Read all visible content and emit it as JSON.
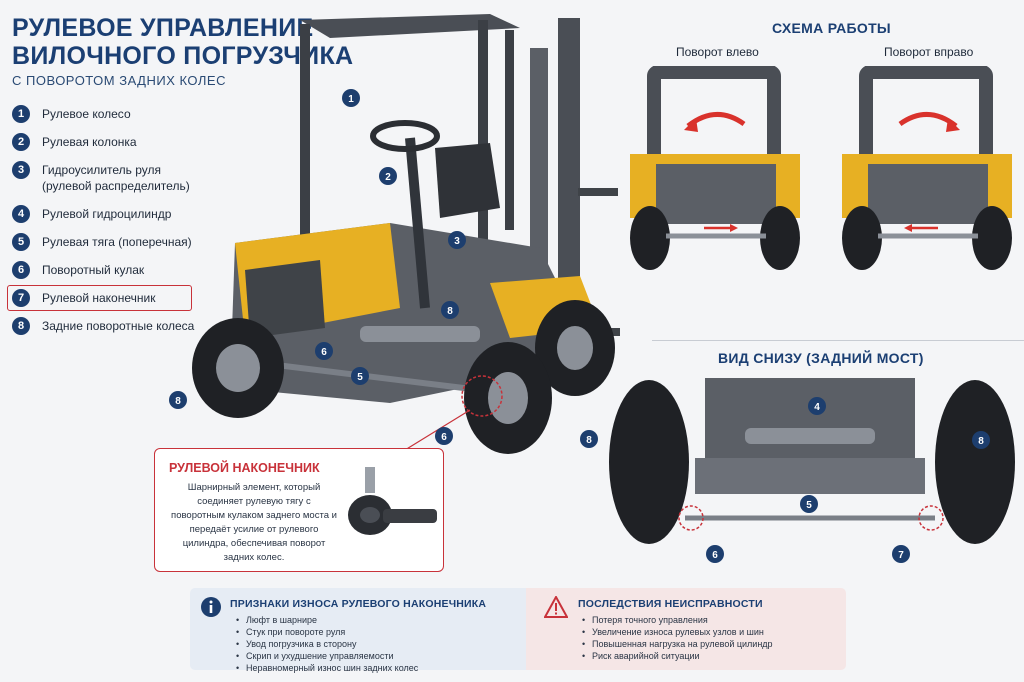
{
  "title": {
    "line1": "РУЛЕВОЕ УПРАВЛЕНИЕ",
    "line2": "ВИЛОЧНОГО ПОГРУЗЧИКА",
    "subtitle": "С ПОВОРОТОМ ЗАДНИХ КОЛЕС"
  },
  "legend": [
    {
      "num": "1",
      "label": "Рулевое колесо"
    },
    {
      "num": "2",
      "label": "Рулевая колонка"
    },
    {
      "num": "3",
      "label_line1": "Гидроусилитель руля",
      "label_line2": "(рулевой распределитель)"
    },
    {
      "num": "4",
      "label": "Рулевой гидроцилиндр"
    },
    {
      "num": "5",
      "label": "Рулевая тяга (поперечная)"
    },
    {
      "num": "6",
      "label": "Поворотный кулак"
    },
    {
      "num": "7",
      "label": "Рулевой наконечник"
    },
    {
      "num": "8",
      "label": "Задние поворотные колеса"
    }
  ],
  "scheme": {
    "title": "СХЕМА РАБОТЫ",
    "left_caption": "Поворот влево",
    "right_caption": "Поворот вправо"
  },
  "bottom_view": {
    "title": "ВИД СНИЗУ (ЗАДНИЙ МОСТ)"
  },
  "callout": {
    "title": "РУЛЕВОЙ НАКОНЕЧНИК",
    "text": "Шарнирный элемент, который соединяет рулевую тягу с поворотным кулаком заднего моста и передаёт усилие от рулевого цилиндра, обеспечивая поворот задних колес."
  },
  "wear": {
    "icon": "info-icon",
    "title": "ПРИЗНАКИ ИЗНОСА РУЛЕВОГО НАКОНЕЧНИКА",
    "items": [
      "Люфт в шарнире",
      "Стук при повороте руля",
      "Увод погрузчика в сторону",
      "Скрип и ухудшение управляемости",
      "Неравномерный износ шин задних колес"
    ]
  },
  "consequences": {
    "icon": "warning-icon",
    "title": "ПОСЛЕДСТВИЯ НЕИСПРАВНОСТИ",
    "items": [
      "Потеря точного управления",
      "Увеличение износа рулевых узлов и шин",
      "Повышенная нагрузка на рулевой цилиндр",
      "Риск аварийной ситуации"
    ]
  },
  "markers": {
    "forklift": [
      "1",
      "2",
      "3",
      "8",
      "6",
      "5",
      "8",
      "6"
    ],
    "bottom": [
      "4",
      "8",
      "5",
      "8",
      "6",
      "7"
    ]
  },
  "colors": {
    "brand_blue": "#1b3f73",
    "badge_blue": "#1d3e6e",
    "accent_red": "#c8323a",
    "forklift_yellow": "#e7b023",
    "body_gray": "#5b5f66"
  }
}
